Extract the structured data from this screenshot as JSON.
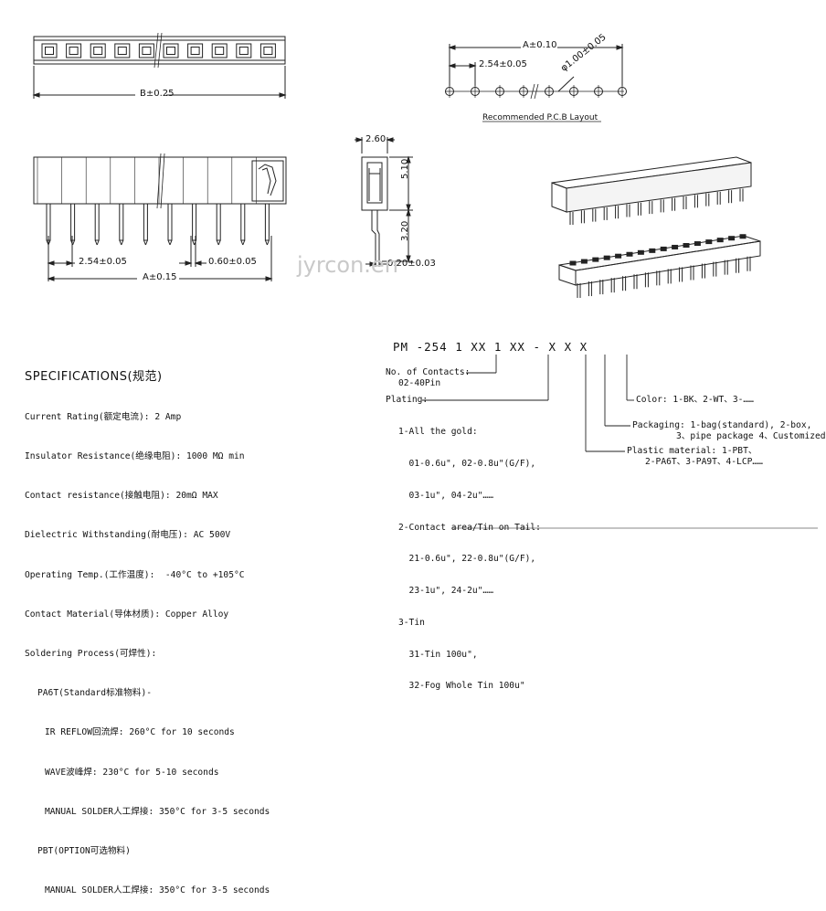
{
  "dimensions": {
    "a_top": "A±0.10",
    "pitch_top": "2.54±0.05",
    "hole": "φ1.00±0.05",
    "b_length": "B±0.25",
    "pcb_layout": "Recommended P.C.B Layout",
    "pitch_side": "2.54±0.05",
    "pin_width": "0.60±0.05",
    "a_side": "A±0.15",
    "w_260": "2.60",
    "h_510": "5.10",
    "h_320": "3.20",
    "t_020": "0.20±0.03"
  },
  "watermark": "jyrcon.en",
  "specs": {
    "title": "SPECIFICATIONS(规范)",
    "lines": [
      "Current Rating(额定电流): 2 Amp",
      "Insulator Resistance(绝缘电阻): 1000 MΩ min",
      "Contact resistance(接触电阻): 20mΩ MAX",
      "Dielectric Withstanding(耐电压): AC 500V",
      "Operating Temp.(工作温度):  -40°C to +105°C",
      "Contact Material(导体材质): Copper Alloy",
      "Soldering Process(可焊性):"
    ],
    "pa6t": "PA6T(Standard标准物料)-",
    "pa6t_items": [
      "IR REFLOW回流焊: 260°C for 10 seconds",
      "WAVE波峰焊: 230°C for 5-10 seconds",
      "MANUAL SOLDER人工焊接: 350°C for 3-5 seconds"
    ],
    "pbt": "PBT(OPTION可选物料)",
    "pbt_items": [
      "MANUAL SOLDER人工焊接: 350°C for 3-5 seconds"
    ]
  },
  "part_number": {
    "code": "PM -254 1 XX 1 XX - X X X",
    "contacts_label": "No. of Contacts:",
    "contacts_value": "02-40Pin",
    "plating_label": "Plating:",
    "plating_lines": [
      "1-All the gold:",
      "  01-0.6u\", 02-0.8u\"(G/F),",
      "  03-1u\", 04-2u\"……",
      "2-Contact area/Tin on Tail:",
      "  21-0.6u\", 22-0.8u\"(G/F),",
      "  23-1u\", 24-2u\"……",
      "3-Tin",
      "  31-Tin 100u\",",
      "  32-Fog Whole Tin 100u\""
    ],
    "color": "Color: 1-BK、2-WT、3-……",
    "packaging_1": "Packaging: 1-bag(standard), 2-box,",
    "packaging_2": "3、pipe package 4、Customized",
    "plastic_1": "Plastic material: 1-PBT、",
    "plastic_2": "2-PA6T、3-PA9T、4-LCP……"
  }
}
